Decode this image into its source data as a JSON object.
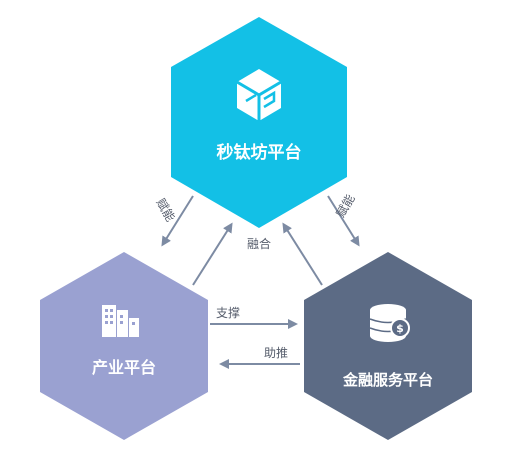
{
  "nodes": {
    "top": {
      "label": "秒钛坊平台",
      "color": "#13c0e6"
    },
    "left": {
      "label": "产业平台",
      "color": "#9aa1d1"
    },
    "right": {
      "label": "金融服务平台",
      "color": "#5c6b85"
    }
  },
  "edges": {
    "top_to_left": {
      "label": "赋能"
    },
    "top_to_right": {
      "label": "赋能"
    },
    "fusion": {
      "label": "融合"
    },
    "left_to_right": {
      "label": "支撑"
    },
    "right_to_left": {
      "label": "助推"
    }
  },
  "colors": {
    "arrow": "#7d8ba3",
    "edge_label": "#555c6b",
    "node_text": "#ffffff"
  }
}
